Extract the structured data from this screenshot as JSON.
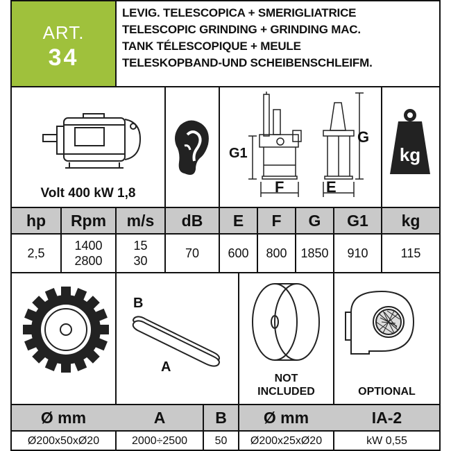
{
  "header": {
    "art_label": "ART.",
    "art_number": "34",
    "titles": [
      "LEVIG. TELESCOPICA + SMERIGLIATRICE",
      "TELESCOPIC GRINDING + GRINDING MAC.",
      "TANK TÉLESCOPIQUE + MEULE",
      "TELESKOPBAND-UND SCHEIBENSCHLEIFM."
    ],
    "accent_color": "#9fc13c"
  },
  "motor": {
    "spec": "Volt 400 kW 1,8"
  },
  "dimension_labels": {
    "g1": "G1",
    "f": "F",
    "g": "G",
    "e": "E",
    "weight": "kg"
  },
  "specs": {
    "headers": [
      "hp",
      "Rpm",
      "m/s",
      "dB",
      "E",
      "F",
      "G",
      "G1",
      "kg"
    ],
    "values": [
      "2,5",
      "1400\n2800",
      "15\n30",
      "70",
      "600",
      "800",
      "1850",
      "910",
      "115"
    ]
  },
  "accessories": {
    "belt_labels": {
      "b": "B",
      "a": "A"
    },
    "disc_note": "NOT\nINCLUDED",
    "fan_note": "OPTIONAL",
    "headers": [
      "Ø mm",
      "A",
      "B",
      "Ø mm",
      "IA-2"
    ],
    "values": [
      "Ø200x50xØ20",
      "2000÷2500",
      "50",
      "Ø200x25xØ20",
      "kW 0,55"
    ]
  }
}
